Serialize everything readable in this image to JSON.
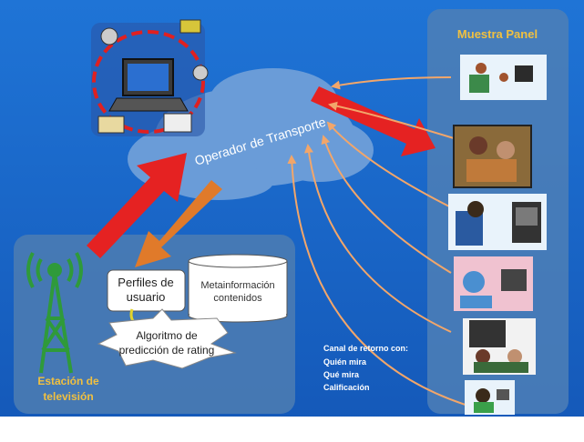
{
  "cloud": {
    "label": "Operador de Transporte"
  },
  "panel": {
    "title": "Muestra Panel"
  },
  "station": {
    "label_line1": "Estación de",
    "label_line2": "televisión"
  },
  "boxes": {
    "profiles": {
      "line1": "Perfiles de",
      "line2": "usuario"
    },
    "metainfo": {
      "line1": "Metainformación",
      "line2": "contenidos"
    },
    "algorithm": {
      "line1": "Algoritmo de",
      "line2": "predicción de rating"
    }
  },
  "return_channel": {
    "title": "Canal de  retorno con:",
    "items": [
      "Quién mira",
      "Qué mira",
      "Calificación"
    ]
  },
  "colors": {
    "background": "#1e6fd0",
    "panel_bg": "#4e7fb6",
    "cloud": "#6a9cd8",
    "red_arrow": "#e52222",
    "orange_arrow": "#e07a2a",
    "thin_arrow": "#f2a66a",
    "title_gold": "#f0c040",
    "tower_green": "#2f9a3a"
  }
}
